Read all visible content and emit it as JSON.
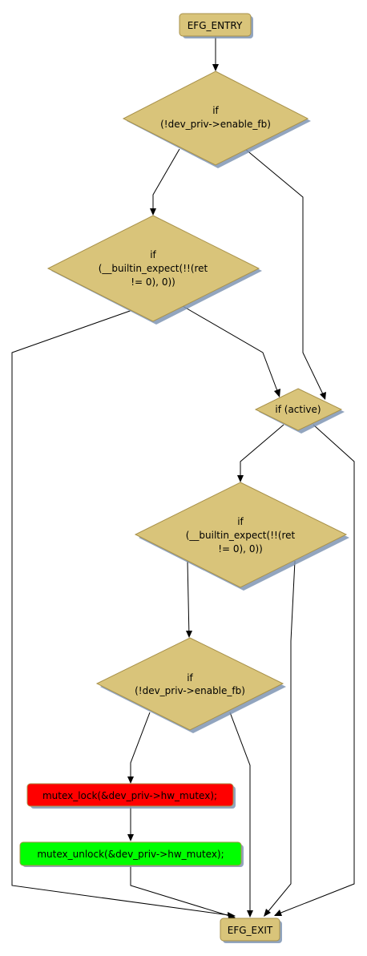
{
  "nodes": {
    "entry": {
      "label": "EFG_ENTRY",
      "fill": "#d9c47a"
    },
    "d1": {
      "lines": [
        "if",
        "(!dev_priv->enable_fb)"
      ],
      "fill": "#d9c47a"
    },
    "d2": {
      "lines": [
        "if",
        "(__builtin_expect(!!(ret",
        "!= 0), 0))"
      ],
      "fill": "#d9c47a"
    },
    "d3": {
      "lines": [
        "if (active)"
      ],
      "fill": "#d9c47a"
    },
    "d4": {
      "lines": [
        "if",
        "(__builtin_expect(!!(ret",
        "!= 0), 0))"
      ],
      "fill": "#d9c47a"
    },
    "d5": {
      "lines": [
        "if",
        "(!dev_priv->enable_fb)"
      ],
      "fill": "#d9c47a"
    },
    "lock": {
      "label": "mutex_lock(&dev_priv->hw_mutex);",
      "fill": "#ff0000"
    },
    "unlock": {
      "label": "mutex_unlock(&dev_priv->hw_mutex);",
      "fill": "#00ff00"
    },
    "exit": {
      "label": "EFG_EXIT",
      "fill": "#d9c47a"
    }
  }
}
